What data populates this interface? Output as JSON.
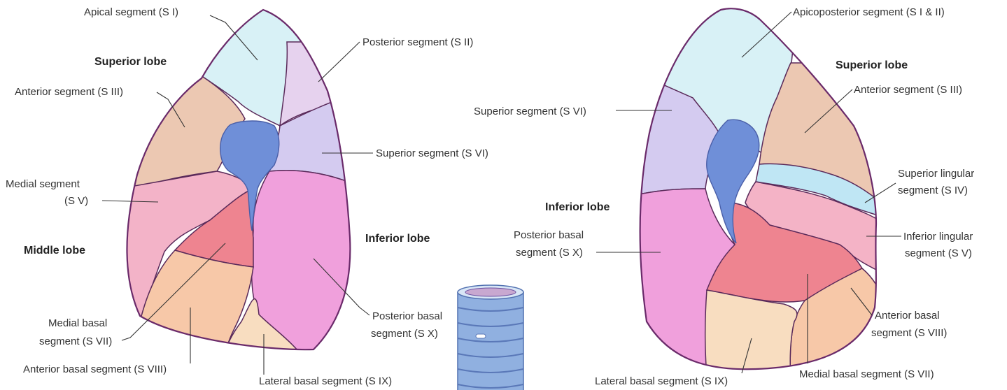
{
  "colors": {
    "apical": "#d8f1f6",
    "posterior_s2": "#e6d2ee",
    "anterior_s3": "#ecc8b2",
    "superior_s6": "#d4cbf0",
    "medial_s5": "#f3b3c8",
    "inferior_lobe": "#f0a0dc",
    "medial_basal": "#ee8490",
    "anterior_basal": "#f7c8a8",
    "lateral_basal": "#f8ddc0",
    "bronchus": "#6f8fd8",
    "superior_lingular": "#bfe6f4",
    "inferior_lingular": "#f4b3c6",
    "trachea": "#90b0e0"
  },
  "right_lung": {
    "lobes": {
      "superior": "Superior lobe",
      "middle": "Middle lobe",
      "inferior": "Inferior lobe"
    },
    "labels": {
      "apical": "Apical segment (S I)",
      "posterior": "Posterior segment (S II)",
      "anterior": "Anterior segment (S III)",
      "superior": "Superior segment (S VI)",
      "medial_1": "Medial segment",
      "medial_2": "(S V)",
      "posterior_basal_1": "Posterior basal",
      "posterior_basal_2": "segment (S X)",
      "medial_basal_1": "Medial basal",
      "medial_basal_2": "segment (S VII)",
      "anterior_basal": "Anterior basal segment (S VIII)",
      "lateral_basal": "Lateral basal segment (S IX)"
    }
  },
  "left_lung": {
    "lobes": {
      "superior": "Superior lobe",
      "inferior": "Inferior lobe"
    },
    "labels": {
      "apicoposterior": "Apicoposterior segment (S I & II)",
      "anterior": "Anterior segment (S III)",
      "superior": "Superior segment (S VI)",
      "superior_lingular_1": "Superior lingular",
      "superior_lingular_2": "segment (S IV)",
      "inferior_lingular_1": "Inferior lingular",
      "inferior_lingular_2": "segment (S V)",
      "posterior_basal_1": "Posterior basal",
      "posterior_basal_2": "segment (S X)",
      "anterior_basal_1": "Anterior basal",
      "anterior_basal_2": "segment (S VIII)",
      "medial_basal": "Medial basal segment (S VII)",
      "lateral_basal": "Lateral basal segment (S IX)"
    }
  }
}
